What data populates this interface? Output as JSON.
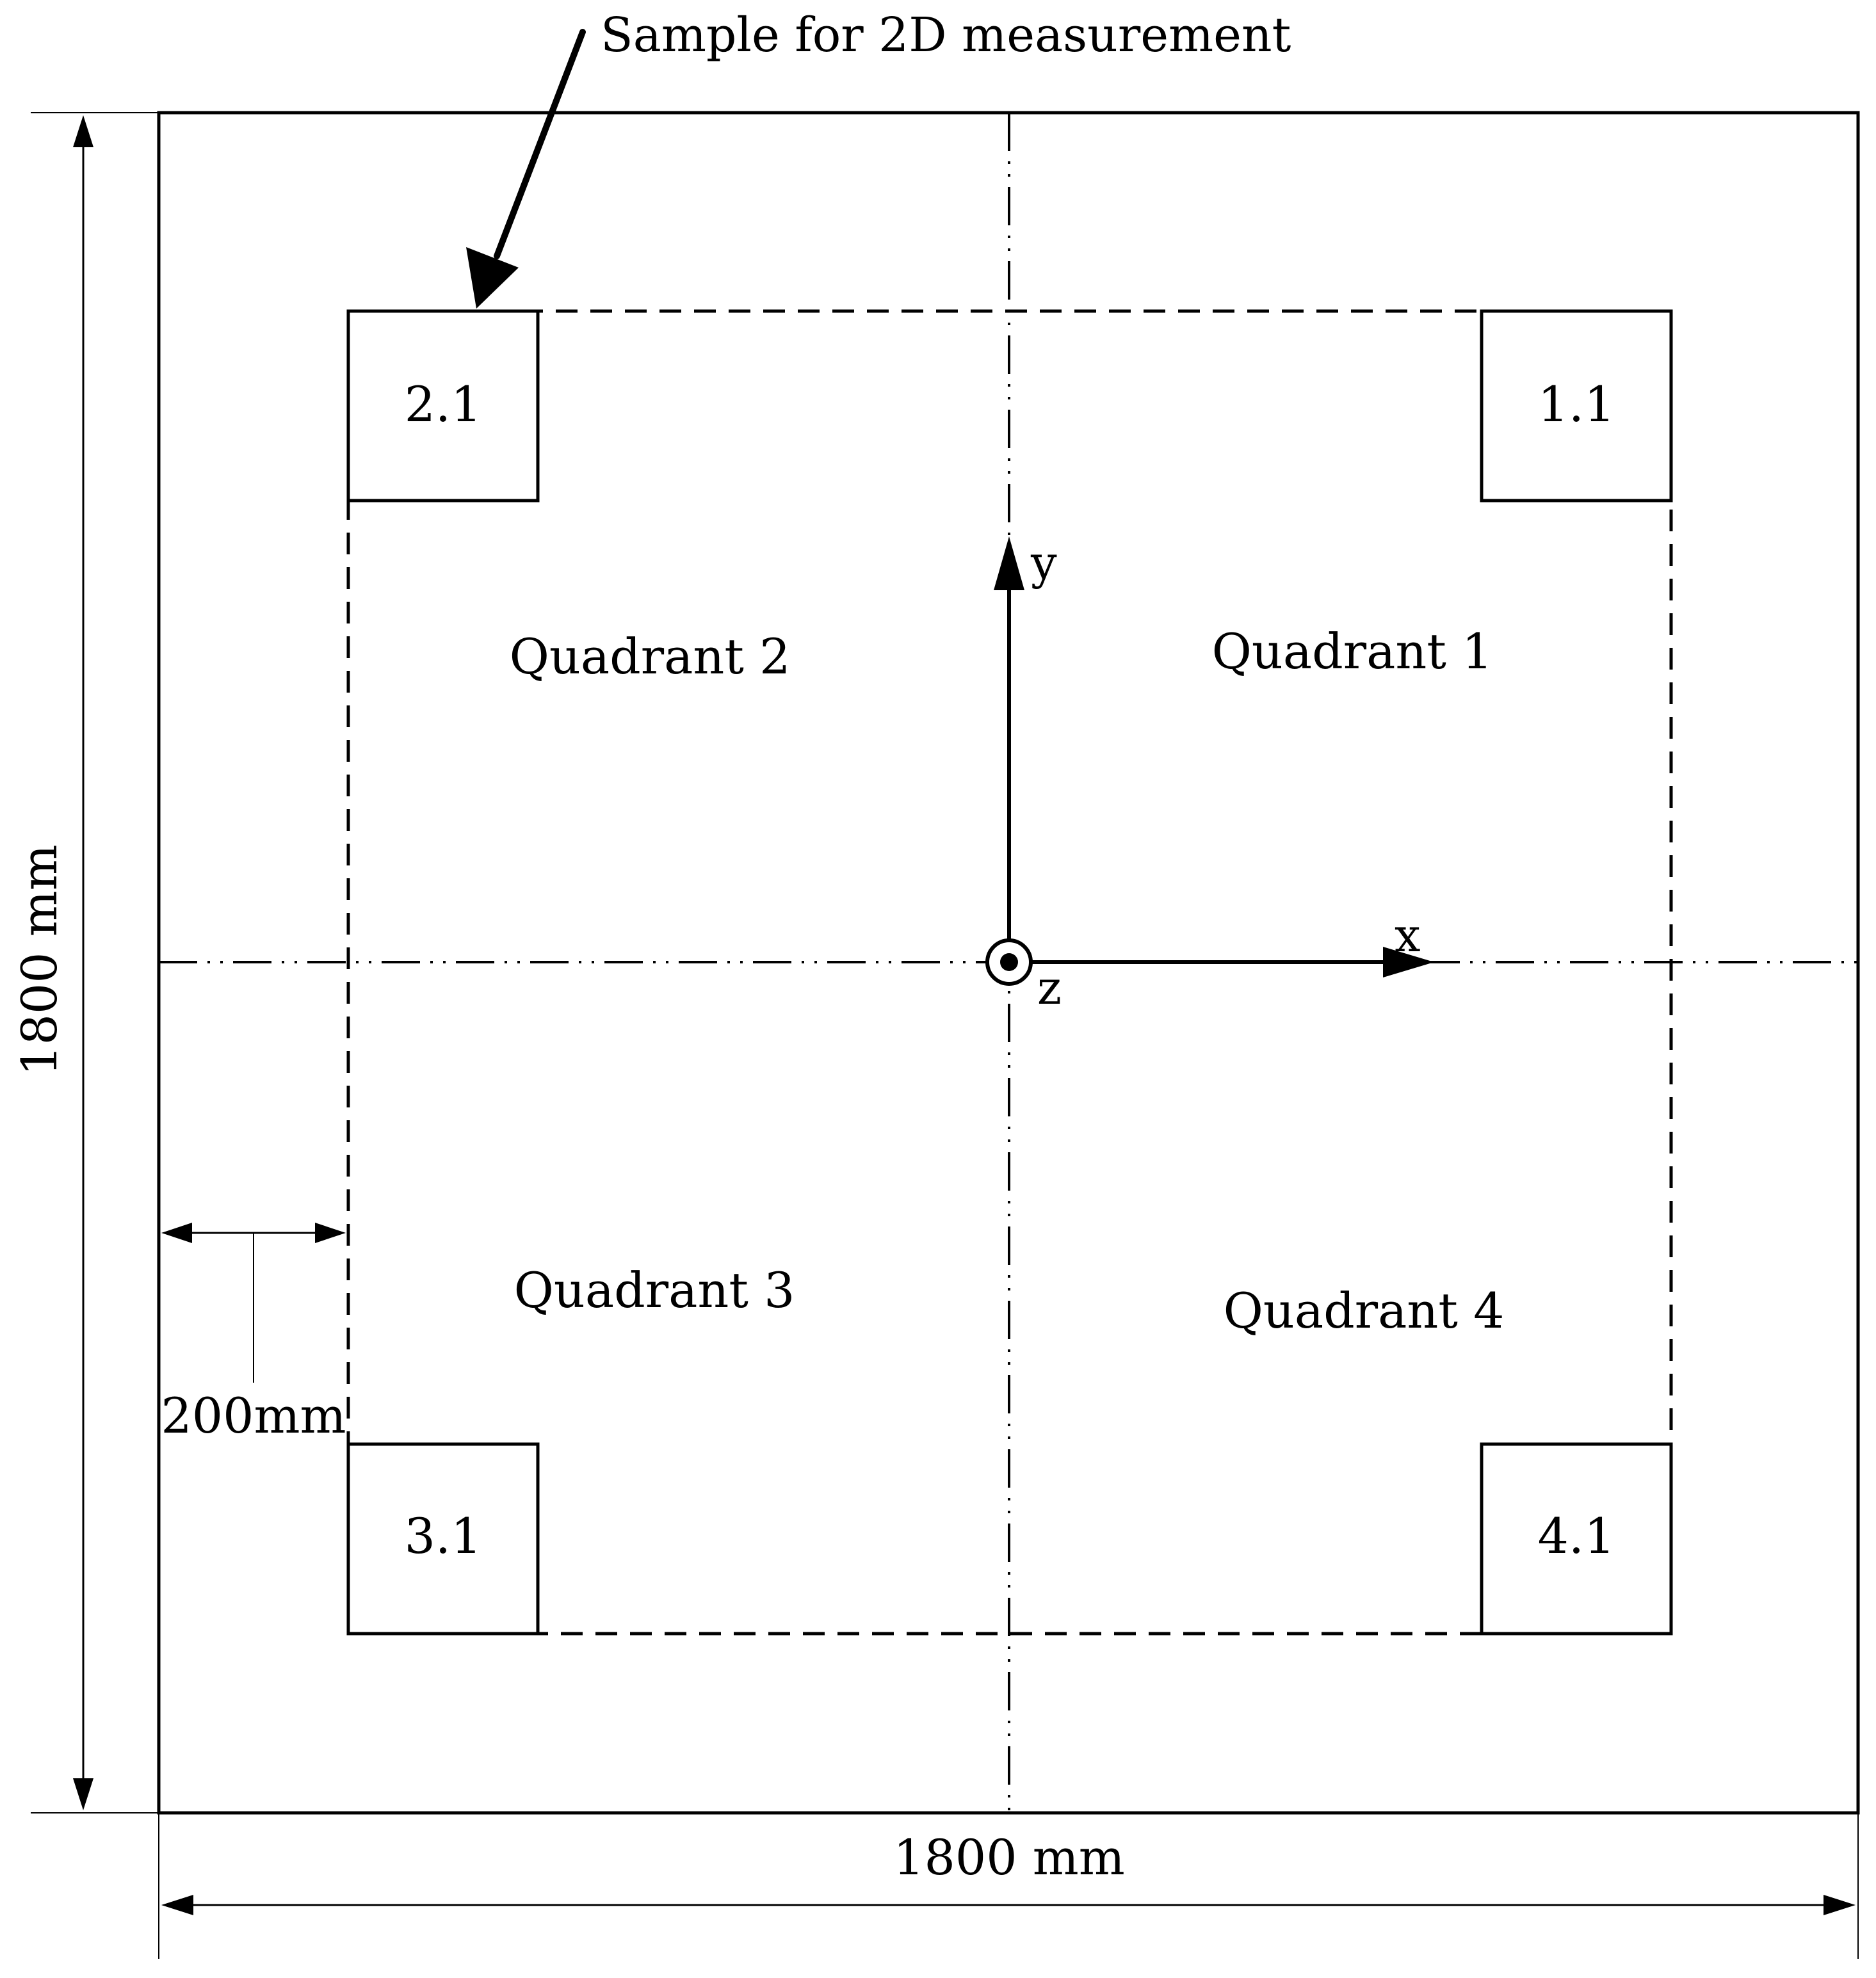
{
  "annotation": {
    "sample_label": "Sample for 2D measurement"
  },
  "dimensions": {
    "height_label": "1800 mm",
    "width_label": "1800 mm",
    "offset_label": "200mm"
  },
  "axes": {
    "x_label": "x",
    "y_label": "y",
    "z_label": "z"
  },
  "quadrants": {
    "q1": "Quadrant 1",
    "q2": "Quadrant 2",
    "q3": "Quadrant 3",
    "q4": "Quadrant 4"
  },
  "samples": {
    "s11": "1.1",
    "s21": "2.1",
    "s31": "3.1",
    "s41": "4.1"
  },
  "colors": {
    "stroke": "#000000",
    "background": "#ffffff"
  }
}
